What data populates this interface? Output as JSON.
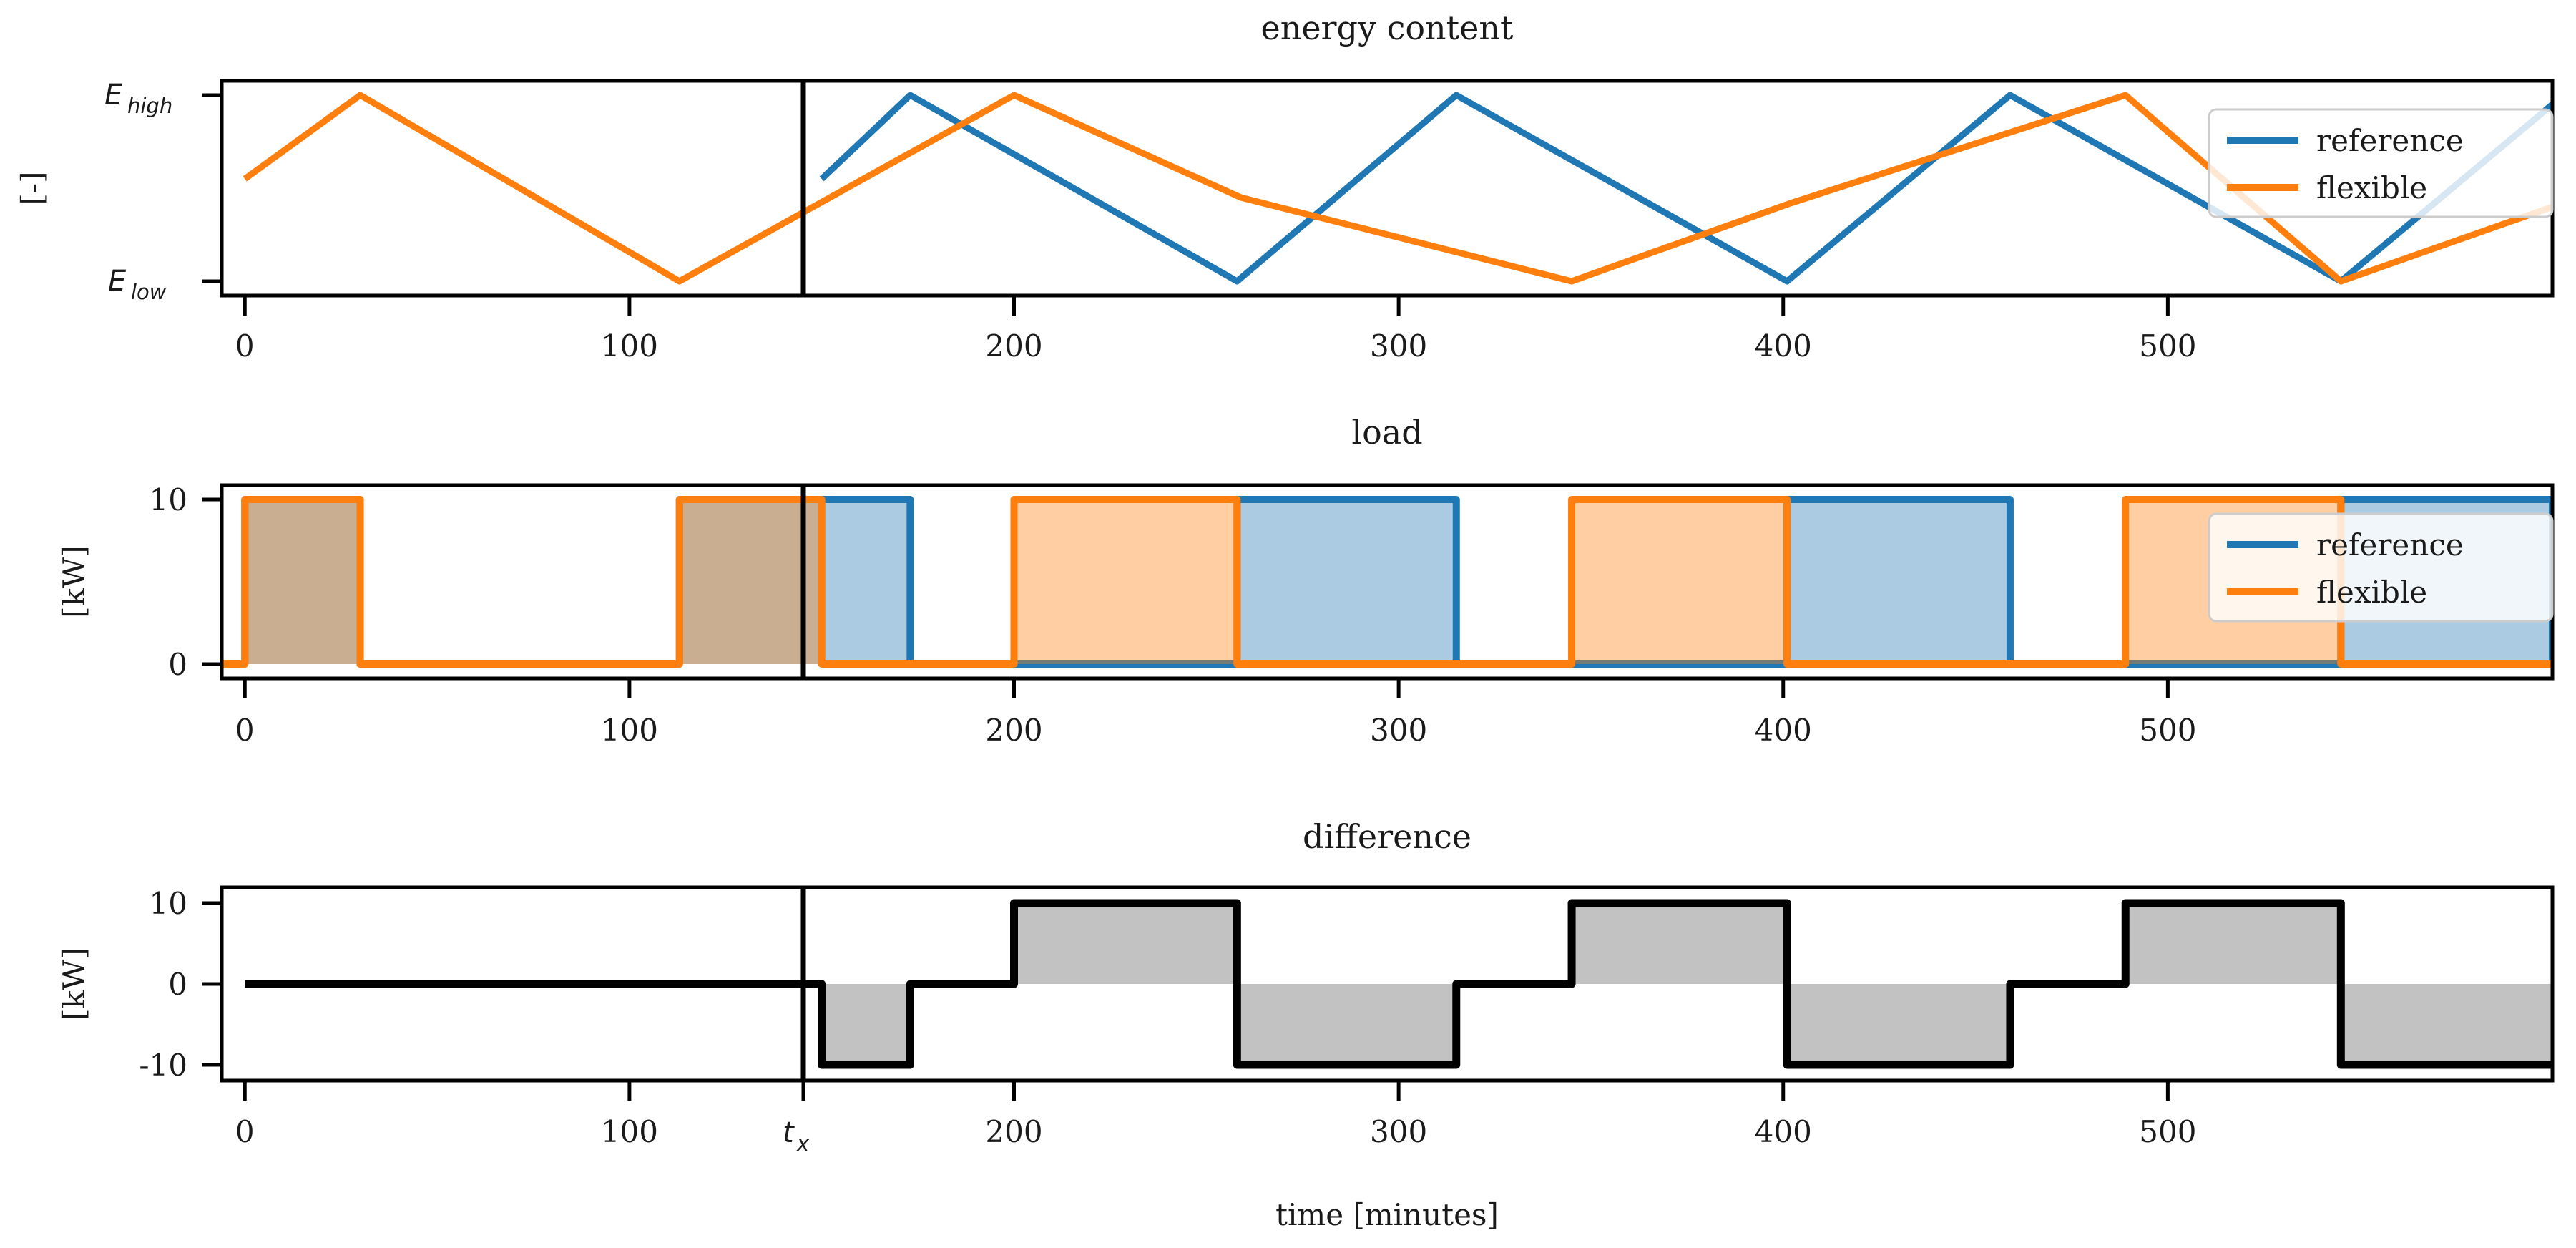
{
  "figure": {
    "xlabel": "time [minutes]",
    "xticks": [
      0,
      100,
      200,
      300,
      400,
      500
    ],
    "xlim": [
      -6,
      600
    ],
    "tx_label_t": "t",
    "tx_label_x": "x",
    "tx_value": 150,
    "series_names": [
      "reference",
      "flexible"
    ],
    "colors": {
      "reference": "#1f77b4",
      "flexible": "#ff7f0e",
      "difference_fill": "#bfbfbf",
      "difference_line": "#000000",
      "axis": "#000000",
      "background": "#ffffff"
    }
  },
  "panels": [
    {
      "id": "energy-content",
      "title": "energy content",
      "ylabel": "[-]",
      "ytick_labels": [
        "E_high",
        "E_low"
      ],
      "ytick_high_base": "E",
      "ytick_high_sub": "high",
      "ytick_low_base": "E",
      "ytick_low_sub": "low",
      "legend_position": "lower-right"
    },
    {
      "id": "load",
      "title": "load",
      "ylabel": "[kW]",
      "ytick_labels": [
        "10",
        "0"
      ],
      "legend_position": "right"
    },
    {
      "id": "difference",
      "title": "difference",
      "ylabel": "[kW]",
      "ytick_labels": [
        "10",
        "0",
        "-10"
      ],
      "legend_position": "none"
    }
  ],
  "chart_data": [
    {
      "type": "line",
      "title": "energy content",
      "xlabel": "",
      "ylabel": "[-]",
      "xlim": [
        -6,
        600
      ],
      "ylim": [
        0,
        1
      ],
      "ytick_values": [
        1,
        0
      ],
      "ytick_labels": [
        "E_high",
        "E_low"
      ],
      "grid": false,
      "legend": [
        "reference",
        "flexible"
      ],
      "legend_position": "lower right",
      "annotations": [
        {
          "type": "vline",
          "x": 150,
          "label": "t_x"
        }
      ],
      "series": [
        {
          "name": "reference",
          "color": "#1f77b4",
          "x": [
            150,
            173,
            258,
            315,
            401,
            459,
            545,
            600
          ],
          "y": [
            0.55,
            1.0,
            0.0,
            1.0,
            0.0,
            1.0,
            0.0,
            0.95
          ]
        },
        {
          "name": "flexible",
          "color": "#ff7f0e",
          "x": [
            0,
            30,
            113,
            200,
            258,
            345,
            401,
            489,
            545,
            600
          ],
          "y": [
            0.55,
            1.0,
            0.0,
            1.0,
            0.55,
            0.0,
            0.55,
            1.0,
            0.0,
            0.55
          ],
          "x_true": [
            0,
            30,
            113,
            200,
            259,
            345,
            402,
            489,
            545,
            600
          ],
          "y_true": [
            0.55,
            1.0,
            0.0,
            1.0,
            0.45,
            0.0,
            0.42,
            1.0,
            0.0,
            0.4
          ]
        }
      ]
    },
    {
      "type": "area",
      "title": "load",
      "xlabel": "",
      "ylabel": "[kW]",
      "xlim": [
        -6,
        600
      ],
      "ylim": [
        -0.9,
        10.9
      ],
      "ytick_values": [
        10,
        0
      ],
      "ytick_labels": [
        "10",
        "0"
      ],
      "grid": false,
      "legend": [
        "reference",
        "flexible"
      ],
      "legend_position": "right",
      "annotations": [
        {
          "type": "vline",
          "x": 150,
          "label": "t_x"
        }
      ],
      "unit": "kW",
      "high_value": 10,
      "low_value": 0,
      "series": [
        {
          "name": "reference",
          "color": "#1f77b4",
          "on_intervals": [
            [
              0,
              30
            ],
            [
              113,
              173
            ],
            [
              258,
              315
            ],
            [
              401,
              459
            ],
            [
              545,
              600
            ]
          ]
        },
        {
          "name": "flexible",
          "color": "#ff7f0e",
          "on_intervals": [
            [
              0,
              30
            ],
            [
              113,
              150
            ],
            [
              200,
              258
            ],
            [
              345,
              401
            ],
            [
              489,
              545
            ]
          ]
        }
      ]
    },
    {
      "type": "area",
      "title": "difference",
      "xlabel": "time [minutes]",
      "ylabel": "[kW]",
      "xlim": [
        -6,
        600
      ],
      "ylim": [
        -11.5,
        11.5
      ],
      "ytick_values": [
        10,
        0,
        -10
      ],
      "ytick_labels": [
        "10",
        "0",
        "-10"
      ],
      "grid": false,
      "legend": [],
      "legend_position": "none",
      "annotations": [
        {
          "type": "vline",
          "x": 150,
          "label": "t_x"
        }
      ],
      "definition": "flexible minus reference",
      "series": [
        {
          "name": "difference",
          "color": "#000000",
          "fill": "#bfbfbf",
          "steps": [
            [
              0,
              0
            ],
            [
              150,
              0
            ],
            [
              150,
              -10
            ],
            [
              173,
              -10
            ],
            [
              173,
              0
            ],
            [
              200,
              0
            ],
            [
              200,
              10
            ],
            [
              258,
              10
            ],
            [
              258,
              -10
            ],
            [
              315,
              -10
            ],
            [
              315,
              0
            ],
            [
              345,
              0
            ],
            [
              345,
              10
            ],
            [
              401,
              10
            ],
            [
              401,
              -10
            ],
            [
              459,
              -10
            ],
            [
              459,
              0
            ],
            [
              489,
              0
            ],
            [
              489,
              10
            ],
            [
              545,
              10
            ],
            [
              545,
              -10
            ],
            [
              600,
              -10
            ]
          ]
        }
      ]
    }
  ]
}
